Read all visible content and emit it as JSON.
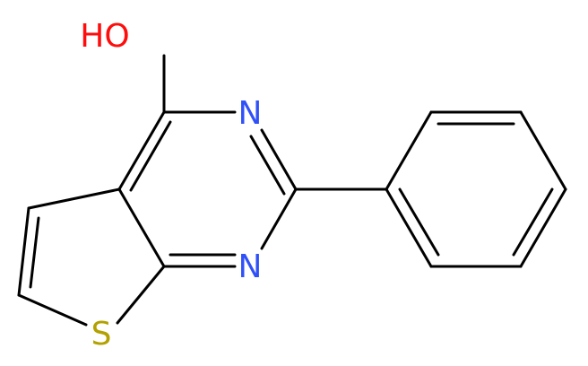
{
  "molecule": {
    "atoms": {
      "hydroxyl": {
        "label": "HO",
        "color": "#ff0d0d"
      },
      "n3": {
        "label": "N",
        "color": "#3050f8"
      },
      "n1": {
        "label": "N",
        "color": "#3050f8"
      },
      "s": {
        "label": "S",
        "color": "#b2a100"
      }
    },
    "bond_color": "#000000"
  }
}
